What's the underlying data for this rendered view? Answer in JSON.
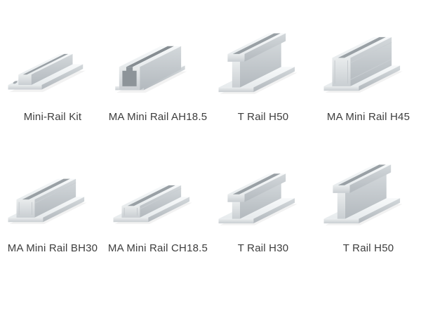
{
  "page": {
    "background": "#ffffff",
    "label_text_color": "#3d3d3d"
  },
  "colors": {
    "aluminum_top": "#f6f8f9",
    "aluminum_front": "#cbd0d4",
    "aluminum_side": "#b6bcc1",
    "slot_shadow": "#99a0a5"
  },
  "products": [
    {
      "label": "Mini-Rail Kit",
      "icon": "mini-rail-kit"
    },
    {
      "label": "MA Mini Rail AH18.5",
      "icon": "c-channel-rail"
    },
    {
      "label": "T Rail H50",
      "icon": "t-rail-h50"
    },
    {
      "label": "MA Mini Rail H45",
      "icon": "flange-rail-h45"
    },
    {
      "label": "MA Mini Rail BH30",
      "icon": "flange-rail-h30"
    },
    {
      "label": "MA Mini Rail CH18.5",
      "icon": "flange-rail-h18"
    },
    {
      "label": "T Rail H30",
      "icon": "t-rail-h30"
    },
    {
      "label": "T Rail H50",
      "icon": "t-rail-h50"
    }
  ]
}
